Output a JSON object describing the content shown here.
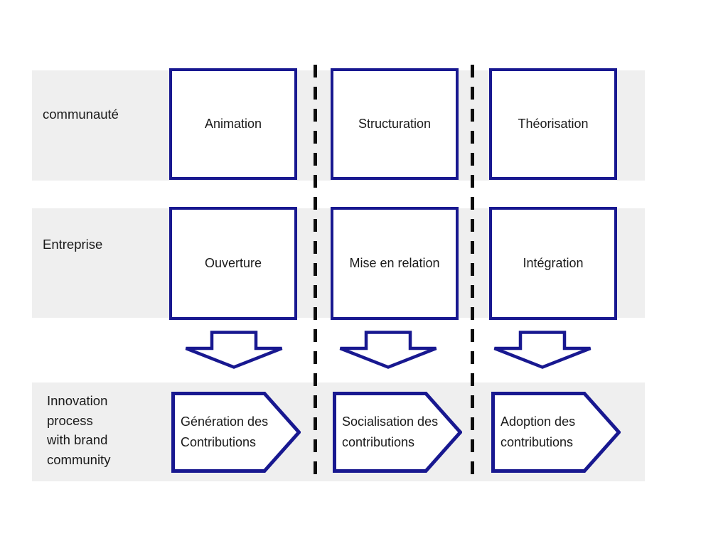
{
  "colors": {
    "outline": "#181890",
    "band_bg": "#efefef",
    "dash": "#0d0d0d",
    "text": "#1a1a1a"
  },
  "row_community": {
    "label": "communauté",
    "boxes": [
      {
        "label": "Animation"
      },
      {
        "label": "Structuration"
      },
      {
        "label": "Théorisation"
      }
    ]
  },
  "row_enterprise": {
    "label": "Entreprise",
    "boxes": [
      {
        "label": "Ouverture"
      },
      {
        "label": "Mise en relation"
      },
      {
        "label": "Intégration"
      }
    ]
  },
  "row_innovation": {
    "label_lines": [
      "Innovation",
      "process",
      "with brand",
      "community"
    ],
    "pentagons": [
      {
        "line1": "Génération des",
        "line2": "Contributions"
      },
      {
        "line1": "Socialisation des",
        "line2": "contributions"
      },
      {
        "line1": "Adoption des",
        "line2": "contributions"
      }
    ]
  }
}
